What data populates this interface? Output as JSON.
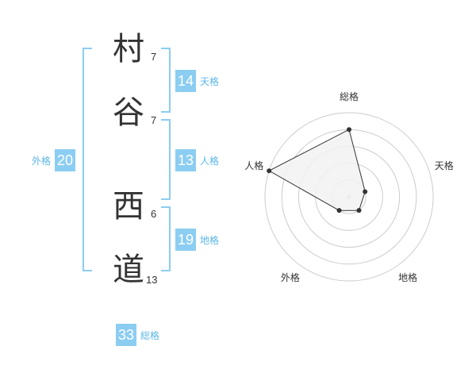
{
  "name": {
    "characters": [
      {
        "char": "村",
        "strokes": "7"
      },
      {
        "char": "谷",
        "strokes": "7"
      },
      {
        "char": "西",
        "strokes": "6"
      },
      {
        "char": "道",
        "strokes": "13"
      }
    ]
  },
  "fortunes": {
    "tenkaku": {
      "value": "14",
      "label": "天格"
    },
    "jinkaku": {
      "value": "13",
      "label": "人格"
    },
    "chikaku": {
      "value": "19",
      "label": "地格"
    },
    "gaikaku": {
      "value": "20",
      "label": "外格"
    },
    "soukaku": {
      "value": "33",
      "label": "総格"
    }
  },
  "chart_data": {
    "type": "radar",
    "axes": [
      "総格",
      "天格",
      "地格",
      "外格",
      "人格"
    ],
    "values": [
      4,
      1,
      1,
      1,
      5
    ],
    "range": [
      0,
      5
    ],
    "grid": "circles",
    "fill_color": "#f2f2f2",
    "line_color": "#333333",
    "grid_color": "#cccccc"
  }
}
